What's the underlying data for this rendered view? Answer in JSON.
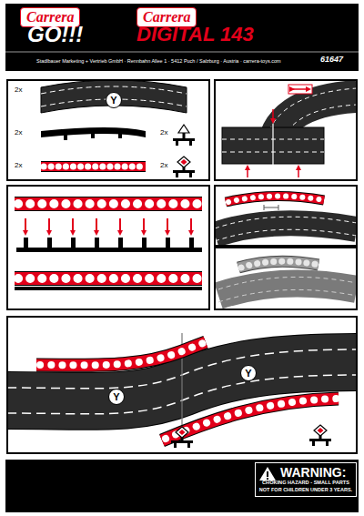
{
  "diagram": {
    "nodes": [
      {
        "text": [
          "Y"
        ]
      },
      {
        "text": [
          "Y"
        ]
      },
      {
        "text": [
          "Y"
        ]
      },
      {
        "text": [
          "WARNING:",
          "CHOKING HAZARD - SMALL PARTS",
          "NOT FOR CHILDREN UNDER 3 YEARS."
        ]
      }
    ],
    "labels": [
      "Carrera",
      "GO!!!",
      "Carrera",
      "DIGITAL 143",
      "Stadlbauer Marketing + Vertrieb GmbH · Rennbahn Allee 1 · 5412 Puch / Salzburg · Austria · carrera-toys.com",
      "61647",
      "2x",
      "2x",
      "2x",
      "2x",
      "2x"
    ]
  }
}
